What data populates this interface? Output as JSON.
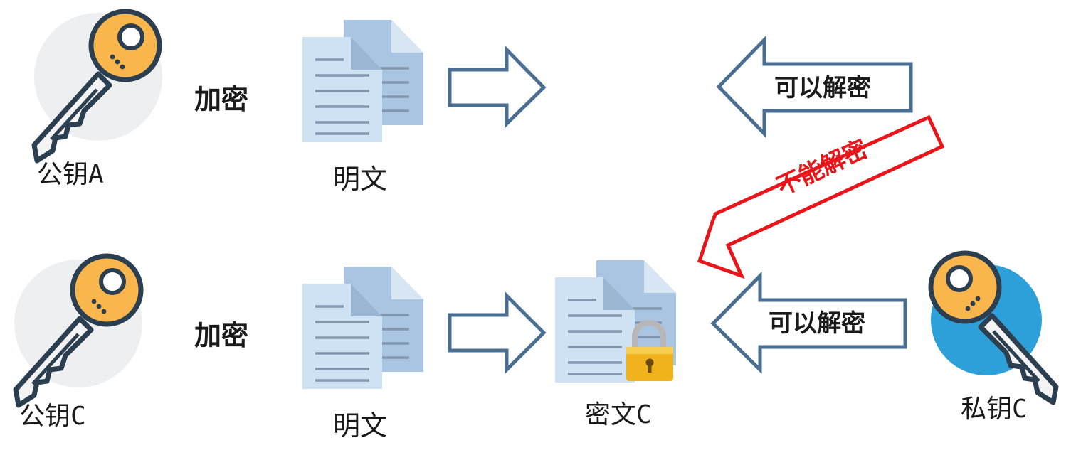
{
  "row1": {
    "key_label": "公钥A",
    "action_label": "加密",
    "doc_label": "明文",
    "can_decrypt_label": "可以解密"
  },
  "row2": {
    "key_label": "公钥C",
    "action_label": "加密",
    "doc_label": "明文",
    "cipher_label": "密文C",
    "can_decrypt_label": "可以解密",
    "private_key_label": "私钥C"
  },
  "cannot_decrypt_label": "不能解密",
  "colors": {
    "key_gold": "#F8B64C",
    "key_outline": "#2B3F51",
    "key_bg_gray": "#EEEFF1",
    "key_bg_blue": "#2D9FD9",
    "doc_back": "#A9C5E1",
    "doc_front": "#CFE2F3",
    "doc_lines": "#8297AD",
    "arrow_blue": "#4A6E91",
    "arrow_red": "#E8151B",
    "lock_gold": "#F1B31C"
  }
}
